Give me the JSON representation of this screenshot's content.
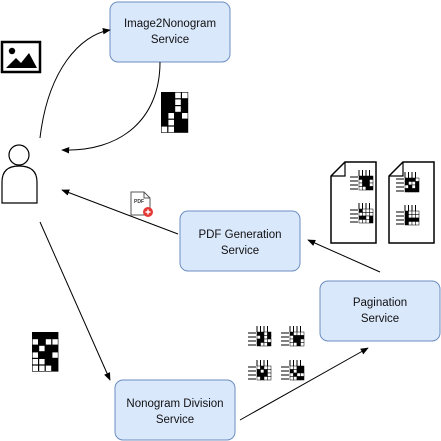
{
  "services": {
    "image2nonogram": {
      "line1": "Image2Nonogram",
      "line2": "Service"
    },
    "pdf_generation": {
      "line1": "PDF Generation",
      "line2": "Service"
    },
    "pagination": {
      "line1": "Pagination",
      "line2": "Service"
    },
    "nonogram_division": {
      "line1": "Nonogram Division",
      "line2": "Service"
    }
  },
  "icons": {
    "user": "user-icon",
    "image": "image-icon",
    "pdf": "pdf-file-icon",
    "pdf_badge_text": "PDF",
    "nonogram": "nonogram-grid-icon",
    "page": "page-document-icon"
  },
  "colors": {
    "node_fill": "#dae8fc",
    "node_stroke": "#6c8ebf",
    "edge": "#000000",
    "pdf_red": "#e53935"
  }
}
